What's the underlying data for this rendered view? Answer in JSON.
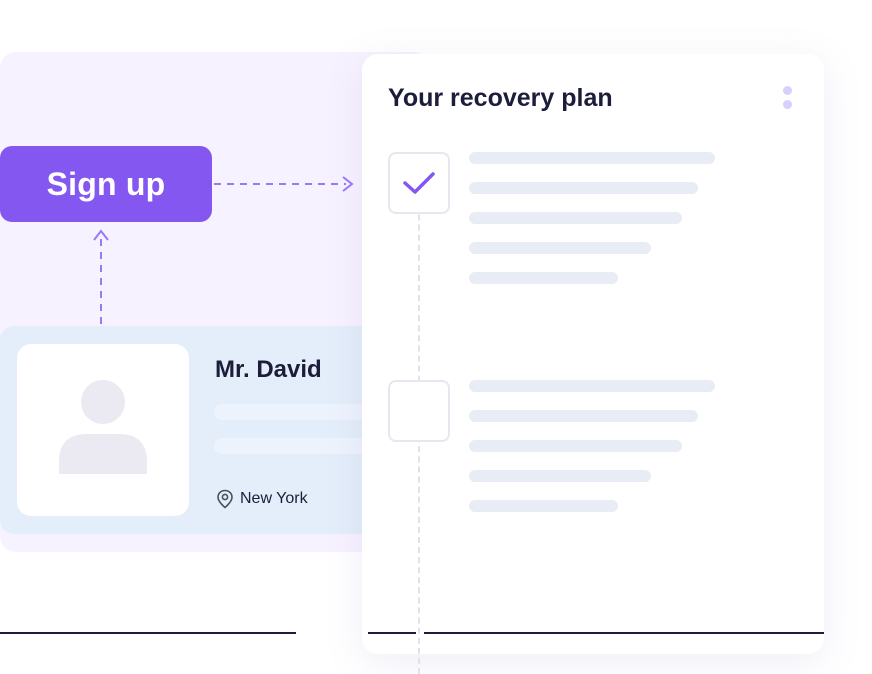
{
  "signup": {
    "label": "Sign up"
  },
  "profile": {
    "name": "Mr. David",
    "location": "New York",
    "location_icon": "map-pin-icon",
    "avatar_icon": "user-avatar-icon"
  },
  "plan": {
    "title": "Your recovery plan",
    "menu_icon": "more-vertical-icon",
    "tasks": [
      {
        "checked": true
      },
      {
        "checked": false
      }
    ]
  },
  "colors": {
    "accent": "#8357f0",
    "background_tint": "#f7f2ff",
    "profile_card": "#e4eefa",
    "text_dark": "#1b1d3a"
  }
}
